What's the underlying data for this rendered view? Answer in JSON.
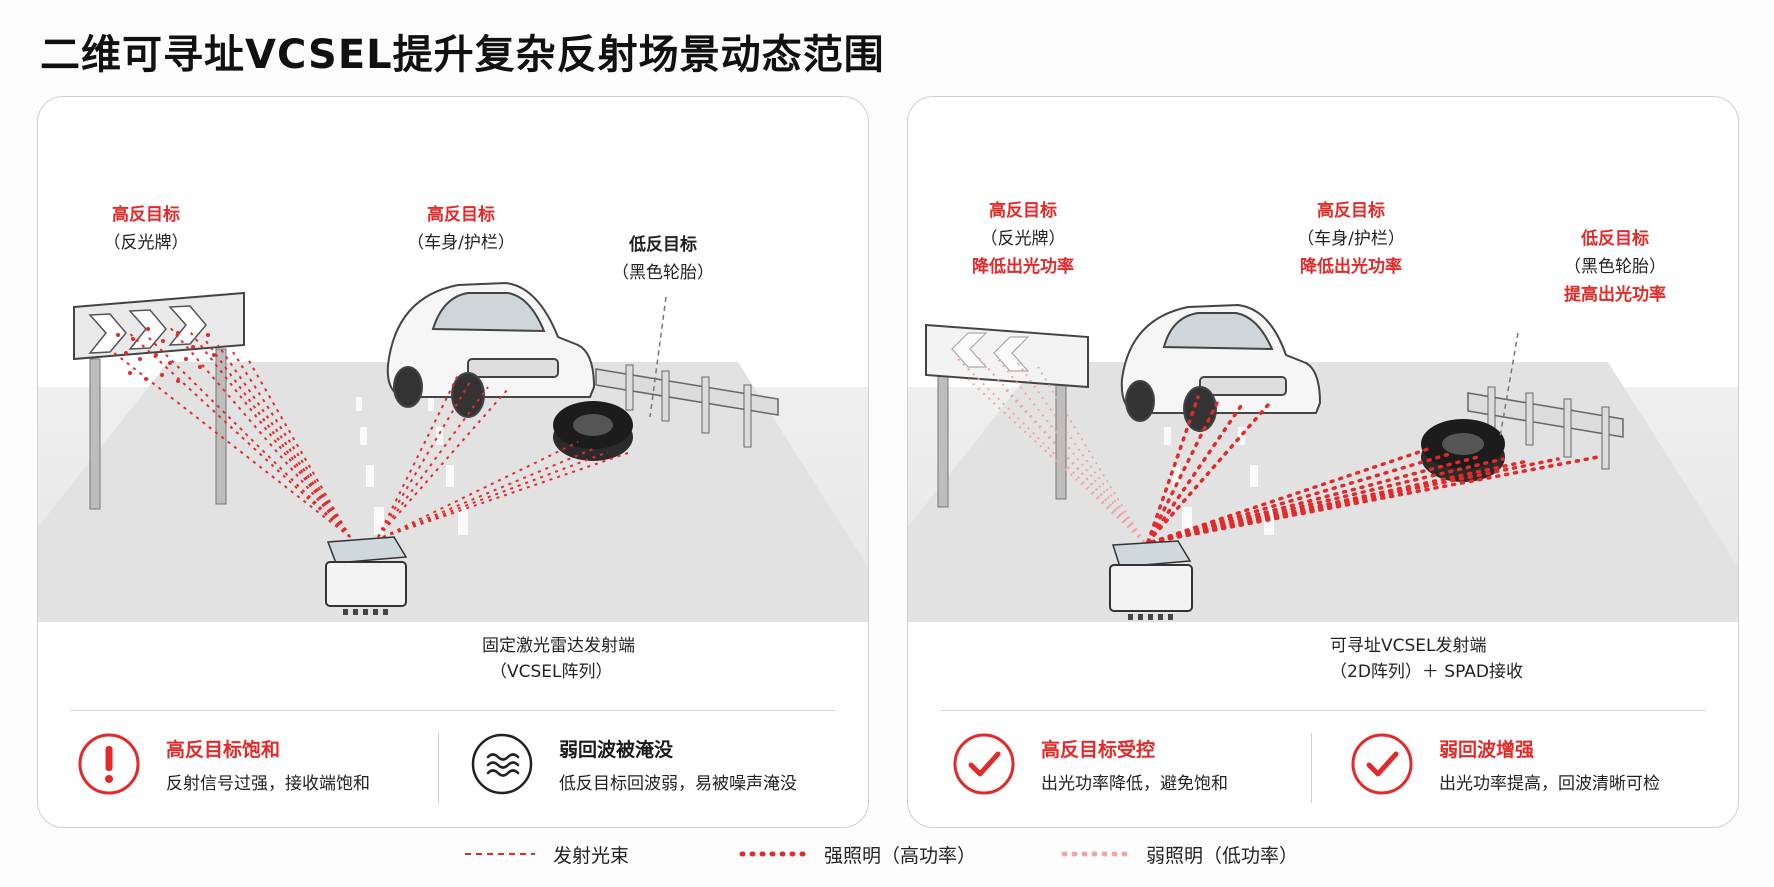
{
  "title": "二维可寻址VCSEL提升复杂反射场景动态范围",
  "left": {
    "sign_label": {
      "title": "高反目标",
      "sub": "（反光牌）"
    },
    "car_label": {
      "title": "高反目标",
      "sub": "（车身/护栏）"
    },
    "tire_label": {
      "title": "低反目标",
      "sub": "（黑色轮胎）"
    },
    "emitter": {
      "line1": "固定激光雷达发射端",
      "line2": "（VCSEL阵列）"
    },
    "status": [
      {
        "heading": "高反目标饱和",
        "desc": "反射信号过强，接收端饱和",
        "icon": "exclamation-icon"
      },
      {
        "heading": "弱回波被淹没",
        "desc": "低反目标回波弱，易被噪声淹没",
        "icon": "wave-icon"
      }
    ]
  },
  "right": {
    "sign_label": {
      "title": "高反目标",
      "sub": "（反光牌）",
      "action": "降低出光功率"
    },
    "car_label": {
      "title": "高反目标",
      "sub": "（车身/护栏）",
      "action": "降低出光功率"
    },
    "tire_label": {
      "title": "低反目标",
      "sub": "（黑色轮胎）",
      "action": "提高出光功率"
    },
    "emitter": {
      "line1": "可寻址VCSEL发射端",
      "line2": "（2D阵列）＋ SPAD接收"
    },
    "status": [
      {
        "heading": "高反目标受控",
        "desc": "出光功率降低，避免饱和",
        "icon": "check-icon"
      },
      {
        "heading": "弱回波增强",
        "desc": "出光功率提高，回波清晰可检",
        "icon": "check-icon"
      }
    ]
  },
  "legend": [
    {
      "label": "发射光束",
      "style": "dashed"
    },
    {
      "label": "强照明（高功率）",
      "style": "dots-strong"
    },
    {
      "label": "弱照明（低功率）",
      "style": "dots-weak"
    }
  ],
  "colors": {
    "accent": "#e32a2a",
    "weak": "#f2a3a3",
    "line": "#d6d6d6"
  }
}
